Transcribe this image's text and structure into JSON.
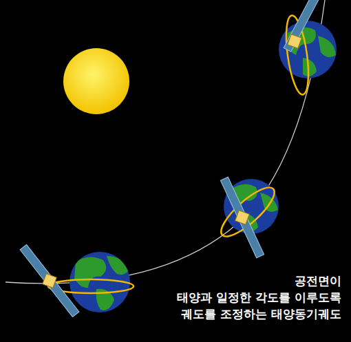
{
  "diagram": {
    "labels": [
      "공전면이",
      "태양과 일정한 각도를 이루도록",
      "궤도를 조정하는 태양동기궤도"
    ]
  }
}
